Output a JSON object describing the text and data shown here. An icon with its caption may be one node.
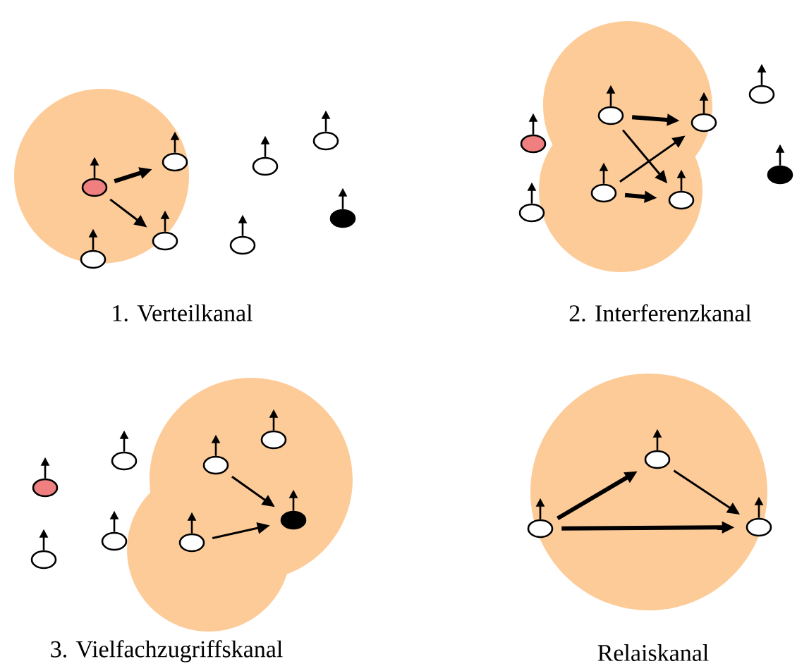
{
  "diagram": {
    "nodes": [
      {
        "text": [],
        "shape": "circle"
      },
      {
        "text": [],
        "shape": "circle"
      },
      {
        "text": [],
        "shape": "circle"
      },
      {
        "text": [],
        "shape": "circle"
      },
      {
        "text": [],
        "shape": "circle"
      },
      {
        "text": [],
        "shape": "circle"
      },
      {
        "text": [],
        "shape": "circle"
      },
      {
        "text": [],
        "shape": "circle"
      },
      {
        "text": [],
        "shape": "circle"
      },
      {
        "text": [],
        "shape": "circle"
      },
      {
        "text": [],
        "shape": "circle"
      },
      {
        "text": [],
        "shape": "circle"
      },
      {
        "text": [],
        "shape": "circle"
      },
      {
        "text": [],
        "shape": "circle"
      },
      {
        "text": [],
        "shape": "circle"
      },
      {
        "text": [],
        "shape": "circle"
      },
      {
        "text": [],
        "shape": "circle"
      },
      {
        "text": [],
        "shape": "circle"
      },
      {
        "text": [],
        "shape": "circle"
      },
      {
        "text": [],
        "shape": "circle"
      },
      {
        "text": [],
        "shape": "circle"
      },
      {
        "text": [],
        "shape": "circle"
      },
      {
        "text": [],
        "shape": "circle"
      },
      {
        "text": [],
        "shape": "circle"
      },
      {
        "text": [],
        "shape": "circle"
      },
      {
        "text": [],
        "shape": "circle"
      },
      {
        "text": [],
        "shape": "circle"
      }
    ],
    "edges": [
      {
        "from": 0,
        "to": 1,
        "arrow": "to",
        "style": "thick"
      },
      {
        "from": 0,
        "to": 2,
        "arrow": "to"
      },
      {
        "from": 10,
        "to": 11,
        "arrow": "to",
        "style": "thick"
      },
      {
        "from": 10,
        "to": 13,
        "arrow": "to"
      },
      {
        "from": 12,
        "to": 11,
        "arrow": "to"
      },
      {
        "from": 12,
        "to": 13,
        "arrow": "to",
        "style": "thick"
      },
      {
        "from": 20,
        "to": 23,
        "arrow": "to"
      },
      {
        "from": 21,
        "to": 23,
        "arrow": "to"
      },
      {
        "from": 24,
        "to": 25,
        "arrow": "to",
        "style": "thick"
      },
      {
        "from": 24,
        "to": 26,
        "arrow": "to",
        "style": "thick"
      },
      {
        "from": 25,
        "to": 26,
        "arrow": "to"
      }
    ],
    "labels": [
      "1. Verteilkanal",
      "2. Interferenzkanal",
      "3. Vielfachzugriffskanal",
      "Relaiskanal"
    ]
  }
}
